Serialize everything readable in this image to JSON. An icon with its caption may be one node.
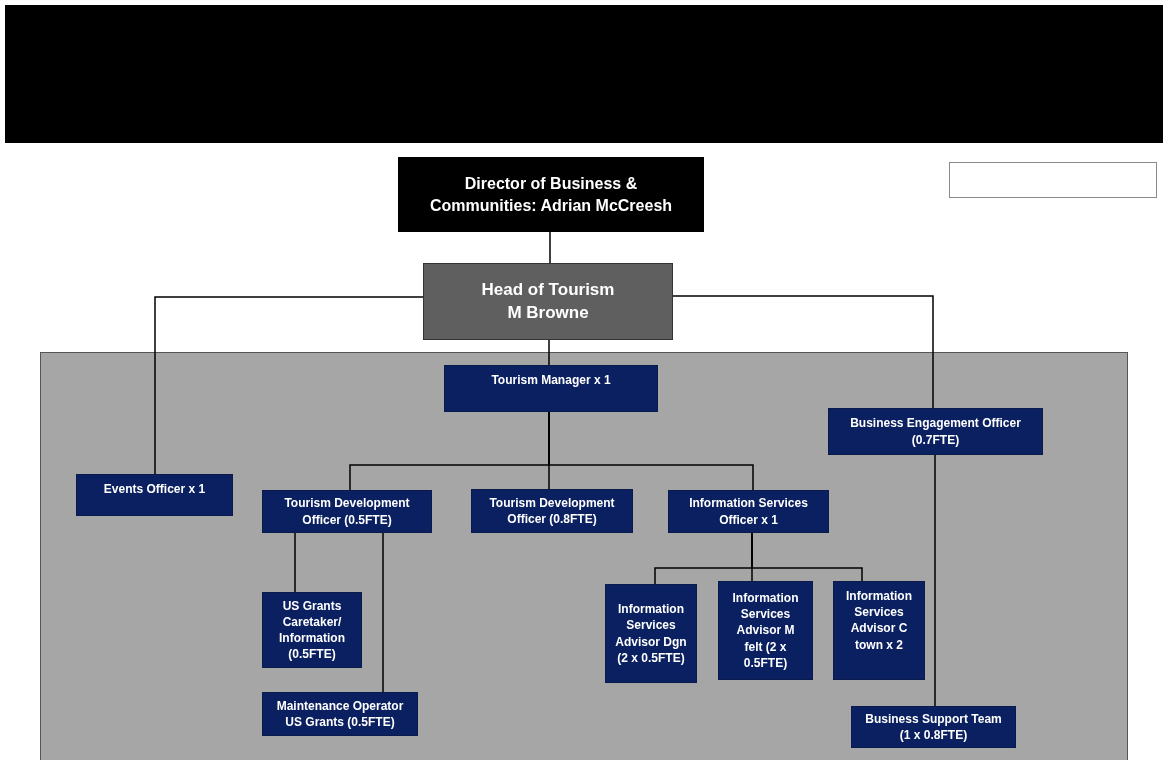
{
  "diagram": {
    "nodes": [
      {
        "text": [
          "Director of Business & Communities: Adrian McCreesh"
        ]
      },
      {
        "text": [
          "Head of Tourism M Browne"
        ]
      },
      {
        "text": [
          "Tourism Manager x 1"
        ]
      },
      {
        "text": [
          "Business Engagement Officer (0.7FTE)"
        ]
      },
      {
        "text": [
          "Events Officer x 1"
        ]
      },
      {
        "text": [
          "Tourism Development Officer (0.5FTE)"
        ]
      },
      {
        "text": [
          "Tourism Development Officer (0.8FTE)"
        ]
      },
      {
        "text": [
          "Information Services Officer x 1"
        ]
      },
      {
        "text": [
          "US Grants Caretaker/ Information (0.5FTE)"
        ]
      },
      {
        "text": [
          "Maintenance Operator US Grants (0.5FTE)"
        ]
      },
      {
        "text": [
          "Information Services Advisor Dgn (2 x 0.5FTE)"
        ]
      },
      {
        "text": [
          "Information Services Advisor M felt (2 x 0.5FTE)"
        ]
      },
      {
        "text": [
          "Information Services Advisor C town x 2"
        ]
      },
      {
        "text": [
          "Business Support Team (1 x 0.8FTE)"
        ]
      },
      {
        "text": [],
        "shape": "box"
      }
    ],
    "edges": [
      {
        "from": 0,
        "to": 1,
        "arrow": "none"
      },
      {
        "from": 1,
        "to": 4,
        "arrow": "none"
      },
      {
        "from": 1,
        "to": 2,
        "arrow": "none"
      },
      {
        "from": 1,
        "to": 3,
        "arrow": "none"
      },
      {
        "from": 2,
        "to": 5,
        "arrow": "none"
      },
      {
        "from": 2,
        "to": 6,
        "arrow": "none"
      },
      {
        "from": 2,
        "to": 7,
        "arrow": "none"
      },
      {
        "from": 3,
        "to": 13,
        "arrow": "none"
      },
      {
        "from": 5,
        "to": 8,
        "arrow": "none"
      },
      {
        "from": 5,
        "to": 9,
        "arrow": "none"
      },
      {
        "from": 7,
        "to": 10,
        "arrow": "none"
      },
      {
        "from": 7,
        "to": 11,
        "arrow": "none"
      },
      {
        "from": 7,
        "to": 12,
        "arrow": "none"
      }
    ]
  }
}
